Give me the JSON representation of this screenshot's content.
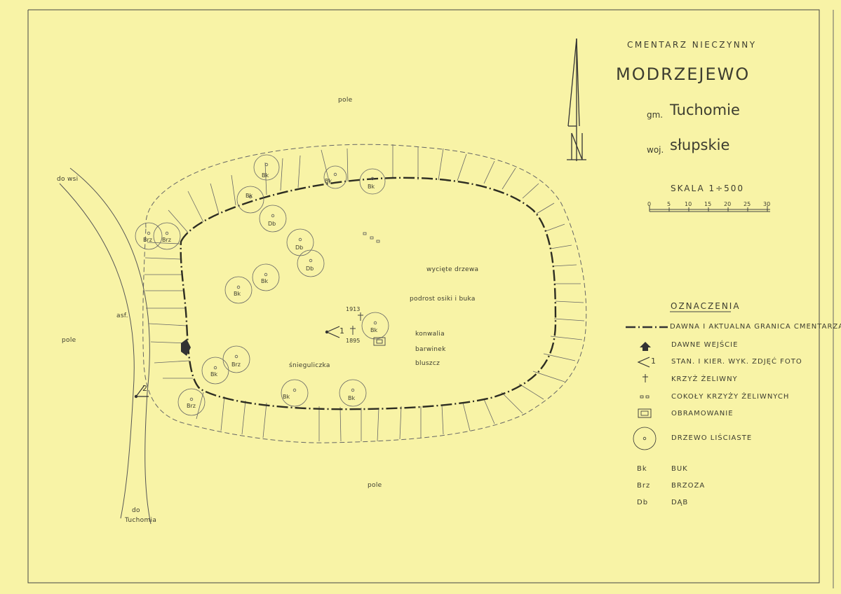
{
  "title": {
    "heading": "CMENTARZ NIECZYNNY",
    "name": "MODRZEJEWO",
    "gmina_prefix": "gm.",
    "gmina": "Tuchomie",
    "woj_prefix": "woj.",
    "woj": "słupskie"
  },
  "scale": {
    "label": "SKALA 1÷500",
    "ticks": [
      "0",
      "5",
      "10",
      "15",
      "20",
      "25",
      "30"
    ]
  },
  "north_label": "N",
  "map_labels": {
    "pole_top": "pole",
    "pole_left": "pole",
    "pole_bottom": "pole",
    "do_wsi": "do wsi",
    "asf": "asf.",
    "do": "do",
    "tuchomia": "Tuchomia",
    "wyciete": "wycięte drzewa",
    "podrost": "podrost osiki i buka",
    "konwalia": "konwalia",
    "barwinek": "barwinek",
    "bluszcz": "bluszcz",
    "snieguliczka": "śnieguliczka",
    "year_1913": "1913",
    "year_1895": "1895",
    "photo1": "1",
    "photo2": "2"
  },
  "trees": [
    {
      "label": "Bk"
    },
    {
      "label": "Bk"
    },
    {
      "label": "Bk"
    },
    {
      "label": "Bk"
    },
    {
      "label": "Db"
    },
    {
      "label": "Brz"
    },
    {
      "label": "Brz"
    },
    {
      "label": "Db"
    },
    {
      "label": "Db"
    },
    {
      "label": "Bk"
    },
    {
      "label": "Bk"
    },
    {
      "label": "Bk"
    },
    {
      "label": "Brz"
    },
    {
      "label": "Bk"
    },
    {
      "label": "Brz"
    },
    {
      "label": "Bk"
    },
    {
      "label": "Bk"
    }
  ],
  "legend": {
    "title": "OZNACZENIA",
    "items": [
      {
        "icon": "boundary-line-icon",
        "label": "DAWNA I AKTUALNA GRANICA CMENTARZA"
      },
      {
        "icon": "entrance-arrow-icon",
        "label": "DAWNE WEJŚCIE"
      },
      {
        "icon": "photo-direction-icon",
        "label": "STAN. I KIER. WYK. ZDJĘĆ FOTO"
      },
      {
        "icon": "cross-icon",
        "label": "KRZYŻ ŻELIWNY"
      },
      {
        "icon": "cross-base-icon",
        "label": "COKOŁY KRZYŻY ŻELIWNYCH"
      },
      {
        "icon": "grave-border-icon",
        "label": "OBRAMOWANIE"
      },
      {
        "icon": "tree-icon",
        "label": "DRZEWO LIŚCIASTE"
      }
    ],
    "abbrev": [
      {
        "code": "Bk",
        "label": "BUK"
      },
      {
        "code": "Brz",
        "label": "BRZOZA"
      },
      {
        "code": "Db",
        "label": "DĄB"
      }
    ],
    "photo_num": "1"
  }
}
